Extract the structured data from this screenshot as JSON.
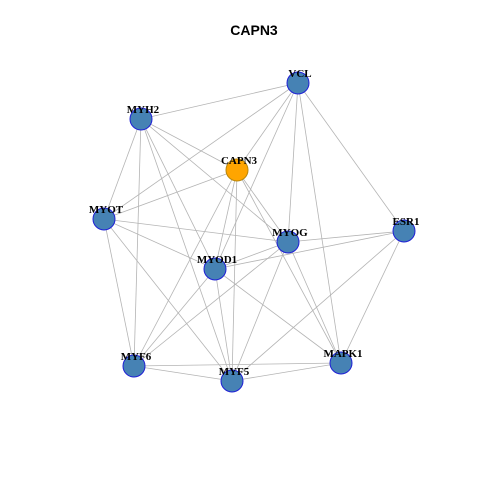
{
  "title": "CAPN3",
  "colors": {
    "focus_node": "#FFA500",
    "node": "#4682B4",
    "node_border": "#1F1FD6",
    "focus_border": "#B8860B",
    "edge": "#B4B4B4"
  },
  "graph": {
    "nodes": [
      {
        "id": "CAPN3",
        "label": "CAPN3",
        "focus": true
      },
      {
        "id": "VCL",
        "label": "VCL",
        "focus": false
      },
      {
        "id": "MYH2",
        "label": "MYH2",
        "focus": false
      },
      {
        "id": "MYOT",
        "label": "MYOT",
        "focus": false
      },
      {
        "id": "MYOG",
        "label": "MYOG",
        "focus": false
      },
      {
        "id": "ESR1",
        "label": "ESR1",
        "focus": false
      },
      {
        "id": "MYOD1",
        "label": "MYOD1",
        "focus": false
      },
      {
        "id": "MYF6",
        "label": "MYF6",
        "focus": false
      },
      {
        "id": "MYF5",
        "label": "MYF5",
        "focus": false
      },
      {
        "id": "MAPK1",
        "label": "MAPK1",
        "focus": false
      }
    ],
    "edges": [
      [
        "VCL",
        "MYH2"
      ],
      [
        "VCL",
        "MYOT"
      ],
      [
        "VCL",
        "CAPN3"
      ],
      [
        "VCL",
        "MYOD1"
      ],
      [
        "VCL",
        "MYOG"
      ],
      [
        "VCL",
        "ESR1"
      ],
      [
        "VCL",
        "MAPK1"
      ],
      [
        "MYH2",
        "CAPN3"
      ],
      [
        "MYH2",
        "MYOT"
      ],
      [
        "MYH2",
        "MYOG"
      ],
      [
        "MYH2",
        "MYOD1"
      ],
      [
        "MYH2",
        "MYF6"
      ],
      [
        "MYH2",
        "MYF5"
      ],
      [
        "CAPN3",
        "MYOT"
      ],
      [
        "CAPN3",
        "MYOG"
      ],
      [
        "CAPN3",
        "MYOD1"
      ],
      [
        "CAPN3",
        "MYF6"
      ],
      [
        "CAPN3",
        "MYF5"
      ],
      [
        "CAPN3",
        "MAPK1"
      ],
      [
        "MYOT",
        "MYOG"
      ],
      [
        "MYOT",
        "MYOD1"
      ],
      [
        "MYOT",
        "MYF6"
      ],
      [
        "MYOT",
        "MYF5"
      ],
      [
        "MYOG",
        "ESR1"
      ],
      [
        "MYOG",
        "MYOD1"
      ],
      [
        "MYOG",
        "MYF6"
      ],
      [
        "MYOG",
        "MYF5"
      ],
      [
        "MYOG",
        "MAPK1"
      ],
      [
        "ESR1",
        "MYOD1"
      ],
      [
        "ESR1",
        "MAPK1"
      ],
      [
        "ESR1",
        "MYF5"
      ],
      [
        "MYOD1",
        "MYF6"
      ],
      [
        "MYOD1",
        "MYF5"
      ],
      [
        "MYOD1",
        "MAPK1"
      ],
      [
        "MYF6",
        "MYF5"
      ],
      [
        "MYF6",
        "MAPK1"
      ],
      [
        "MYF5",
        "MAPK1"
      ]
    ]
  }
}
